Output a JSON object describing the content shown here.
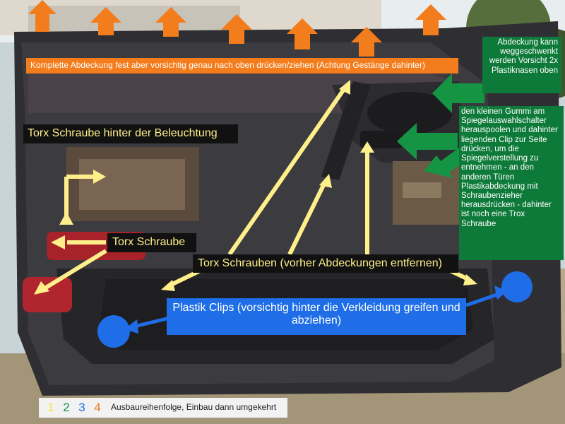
{
  "annotations": {
    "orange_banner": "Komplette Abdeckung fest aber vorsichtig genau nach oben drücken/ziehen (Achtung Gestänge dahinter)",
    "green_note_1": "Abdeckung kann weggeschwenkt werden Vorsicht 2x Plastiknasen oben",
    "green_note_2": "den kleinen Gummi am Spiegelauswahlschalter herauspoolen und dahinter liegenden Clip zur Seite drücken, um die Spiegelverstellung zu entnehmen - an den anderen Türen Plastikabdeckung mit Schraubenzieher herausdrücken - dahinter ist noch eine Trox Schraube",
    "yellow_torx_light": "Torx Schraube hinter der Beleuchtung",
    "yellow_torx": "Torx Schraube",
    "yellow_torx_multi": "Torx Schrauben (vorher Abdeckungen entfernen)",
    "blue_clips": "Plastik Clips (vorsichtig hinter die Verkleidung  greifen und abziehen)"
  },
  "legend": {
    "numbers": [
      "1",
      "2",
      "3",
      "4"
    ],
    "number_colors": [
      "#f2e23a",
      "#159444",
      "#1f6ee8",
      "#f37c1c"
    ],
    "text": "Ausbaureihenfolge, Einbau dann umgekehrt"
  },
  "colors": {
    "orange": "#f37c1c",
    "green": "#0e7a3a",
    "yellow": "#ffef8a",
    "blue": "#1f6ee8"
  }
}
